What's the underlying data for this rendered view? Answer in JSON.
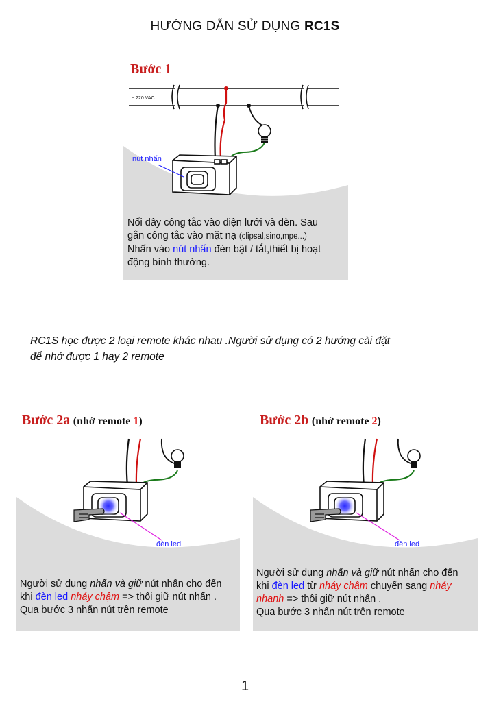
{
  "title": {
    "prefix": "HƯỚNG DẪN SỬ DỤNG ",
    "model": "RC1S"
  },
  "step1": {
    "heading": "Bước 1",
    "voltage_label": "~ 220 VAC",
    "button_label": "nút nhấn",
    "text_line1": "Nối dây công tắc vào điện lưới và đèn. Sau",
    "text_line2": "gắn công tắc vào mặt nạ ",
    "text_line2_small": "(clipsal,sino,mpe...)",
    "text_line3_pre": "Nhấn vào ",
    "text_line3_blue": "nút nhấn",
    "text_line3_post": " đèn bật / tắt,thiết bị hoạt",
    "text_line4": "động bình thường."
  },
  "intro": {
    "line1": "RC1S học được 2 loại remote khác nhau .Người sử dụng có 2 hướng cài đặt",
    "line2": "để nhớ được 1 hay 2 remote"
  },
  "step2a": {
    "heading": "Bước 2a",
    "sub_pre": "(nhớ remote ",
    "sub_num": "1",
    "sub_post": ")",
    "led_label": "đèn led",
    "l1_pre": "Người sử dụng ",
    "l1_italic": "nhấn và giữ",
    "l1_post": " nút nhấn cho đến",
    "l2_pre": "khi ",
    "l2_blue": "đèn led",
    "l2_space": " ",
    "l2_red": "nháy chậm",
    "l2_post": " => thôi giữ nút nhấn .",
    "l3": "Qua bước 3 nhấn nút trên remote"
  },
  "step2b": {
    "heading": "Bước 2b",
    "sub_pre": "(nhớ remote ",
    "sub_num": "2",
    "sub_post": ")",
    "led_label": "đèn led",
    "l1_pre": "Người sử dụng ",
    "l1_italic": "nhấn và giữ",
    "l1_post": " nút nhấn cho đến",
    "l2_pre": "khi ",
    "l2_blue": "đèn led",
    "l2_mid": " từ ",
    "l2_red": "nháy chậm",
    "l2_post": " chuyển sang ",
    "l2_red2": "nháy",
    "l3_red": "nhanh",
    "l3_post": " => thôi giữ nút nhấn .",
    "l4": "Qua bước 3 nhấn nút trên remote"
  },
  "page_number": "1",
  "colors": {
    "heading_red": "#c81e1e",
    "highlight_blue": "#1a1aff",
    "highlight_red": "#e01010",
    "panel_gray": "#dcdcdc",
    "wire_green": "#1a7a1a",
    "led_line": "#e020e0"
  }
}
